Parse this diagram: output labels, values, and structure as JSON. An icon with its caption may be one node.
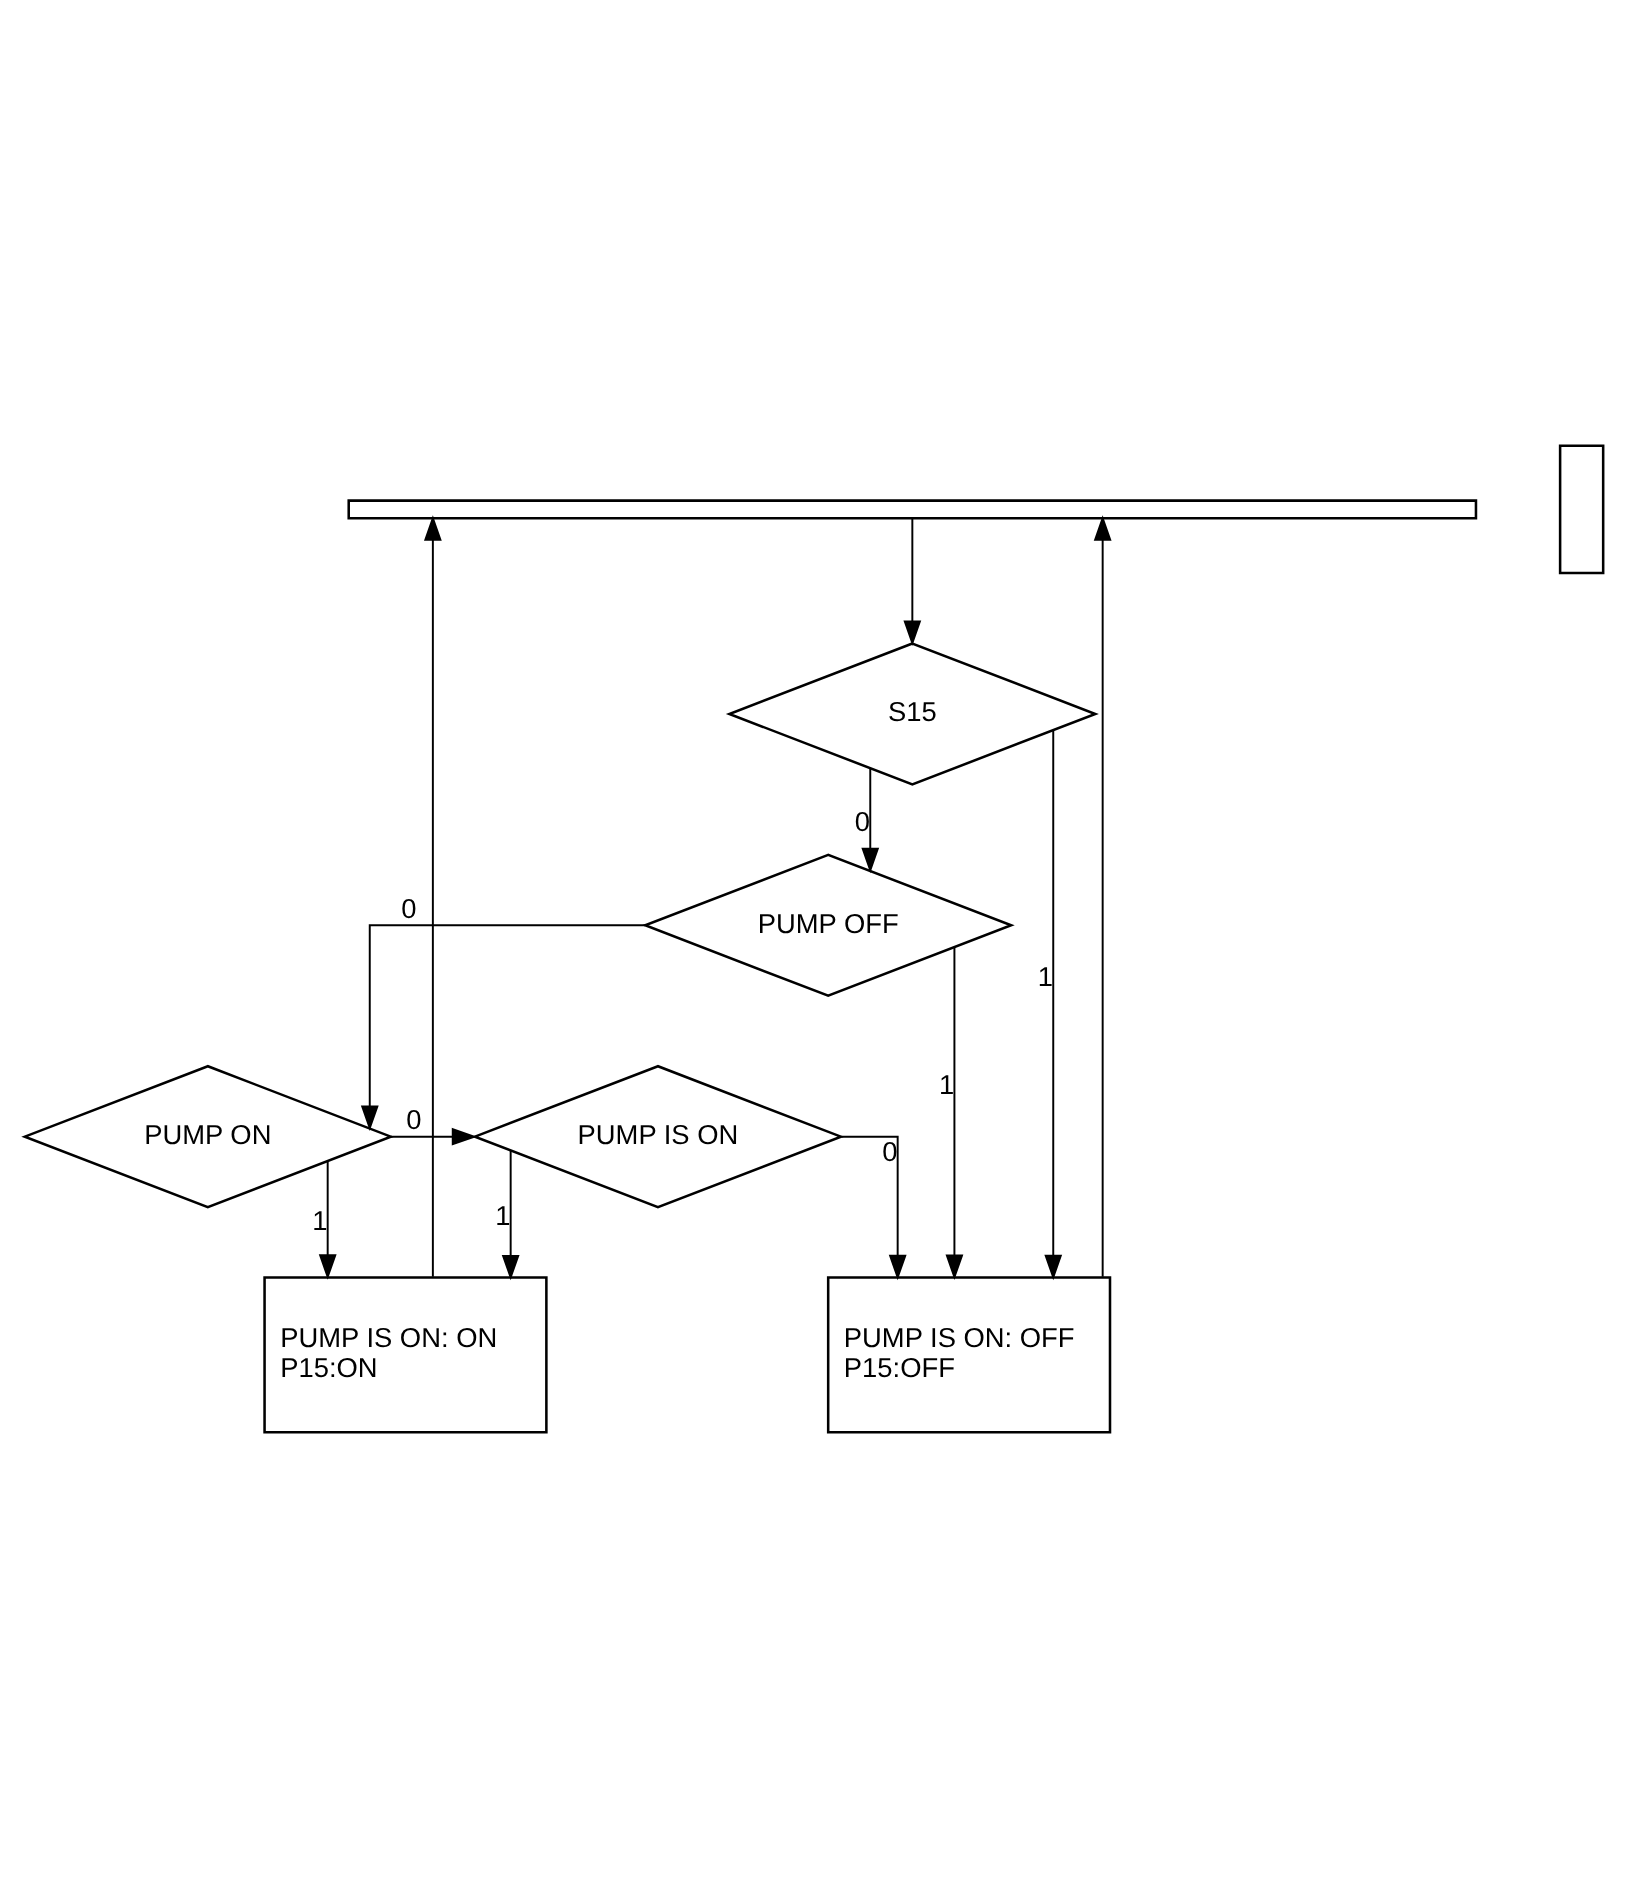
{
  "diagram": {
    "nodes": [
      {
        "text": [],
        "shape": "bar"
      },
      {
        "text": [
          "S15"
        ]
      },
      {
        "text": [
          "PUMP OFF"
        ]
      },
      {
        "text": [
          "PUMP ON"
        ]
      },
      {
        "text": [
          "PUMP IS ON"
        ]
      },
      {
        "text": [
          "PUMP IS ON: ON",
          "P15:ON"
        ]
      },
      {
        "text": [
          "PUMP IS ON: OFF",
          "P15:OFF"
        ]
      },
      {
        "text": [],
        "shape": "box"
      }
    ],
    "edges": [
      {
        "from": 0,
        "to": 1,
        "arrow": "to"
      },
      {
        "from": 1,
        "to": 2,
        "arrow": "to",
        "label": "0"
      },
      {
        "from": 1,
        "to": 6,
        "arrow": "to",
        "label": "1"
      },
      {
        "from": 2,
        "to": 3,
        "arrow": "to",
        "label": "0"
      },
      {
        "from": 2,
        "to": 6,
        "arrow": "to",
        "label": "1"
      },
      {
        "from": 3,
        "to": 4,
        "arrow": "to",
        "label": "0"
      },
      {
        "from": 3,
        "to": 5,
        "arrow": "to",
        "label": "1"
      },
      {
        "from": 4,
        "to": 6,
        "arrow": "to",
        "label": "0"
      },
      {
        "from": 4,
        "to": 5,
        "arrow": "to",
        "label": "1"
      },
      {
        "from": 5,
        "to": 0,
        "arrow": "to"
      },
      {
        "from": 6,
        "to": 0,
        "arrow": "to"
      }
    ]
  }
}
